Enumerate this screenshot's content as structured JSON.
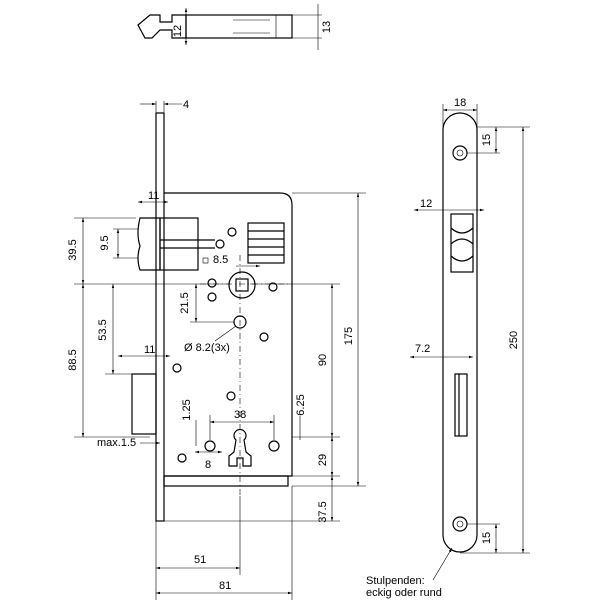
{
  "drawing": {
    "top_view": {
      "dim_height_left": "12",
      "dim_height_right": "13"
    },
    "front_view": {
      "dim_faceplate_thickness": "4",
      "dim_latch_offset": "11",
      "dim_latch_height": "9.5",
      "dim_latch_top": "39.5",
      "dim_follower_square": "8.5",
      "dim_follower_to_screw": "21.5",
      "dim_follower_to_keyhole": "53.5",
      "dim_follower_to_bottom": "88.5",
      "dim_bolt_offset": "11",
      "dim_screw_holes": "Ø 8.2(3x)",
      "dim_backset_height": "175",
      "dim_distance": "90",
      "dim_small_a": "1.25",
      "dim_keyhole_spacing": "38",
      "dim_small_b": "6.25",
      "dim_bolt_throw": "max.1.5",
      "dim_keyhole_width": "8",
      "dim_keyhole_height": "29",
      "dim_bottom_offset": "37.5",
      "dim_backset": "51",
      "dim_case_depth": "81"
    },
    "side_view": {
      "dim_faceplate_width": "18",
      "dim_top_hole": "15",
      "dim_latch_width": "12",
      "dim_faceplate_length": "250",
      "dim_bolt_width": "7.2",
      "dim_bottom_hole": "15",
      "note_line1": "Stulpenden:",
      "note_line2": "eckig oder rund"
    }
  }
}
